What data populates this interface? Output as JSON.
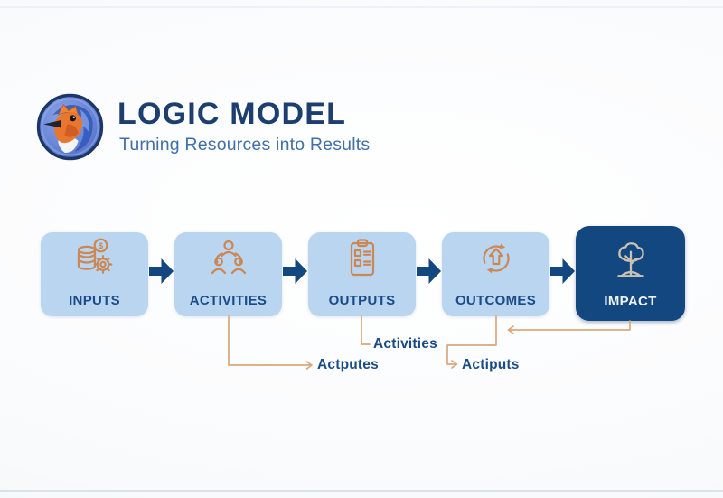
{
  "header": {
    "title": "LOGIC MODEL",
    "subtitle": "Turning Resources into Results",
    "logo_icon": "kingfisher-bird-logo"
  },
  "flow": {
    "stages": [
      {
        "label": "INPUTS",
        "icon": "coins-gear-resources-icon",
        "variant": "light"
      },
      {
        "label": "ACTIVITIES",
        "icon": "team-people-icon",
        "variant": "light"
      },
      {
        "label": "OUTPUTS",
        "icon": "clipboard-checklist-icon",
        "variant": "light"
      },
      {
        "label": "OUTCOMES",
        "icon": "cycle-up-arrow-icon",
        "variant": "light"
      },
      {
        "label": "IMPACT",
        "icon": "tree-growth-icon",
        "variant": "dark"
      }
    ],
    "arrow_icon": "right-block-arrow-icon"
  },
  "annotations": {
    "outputs_note": "Activities",
    "activities_note": "Actputes",
    "outcomes_note": "Actiputs"
  },
  "colors": {
    "navy": "#12477f",
    "title_navy": "#1d3f6f",
    "subtitle_blue": "#4070a8",
    "box_light_blue": "#b9d5f0",
    "label_blue": "#1b4b87",
    "icon_orange": "#cb8754",
    "connector_tan": "#d9a87a",
    "impact_icon": "#c9c1b2"
  }
}
